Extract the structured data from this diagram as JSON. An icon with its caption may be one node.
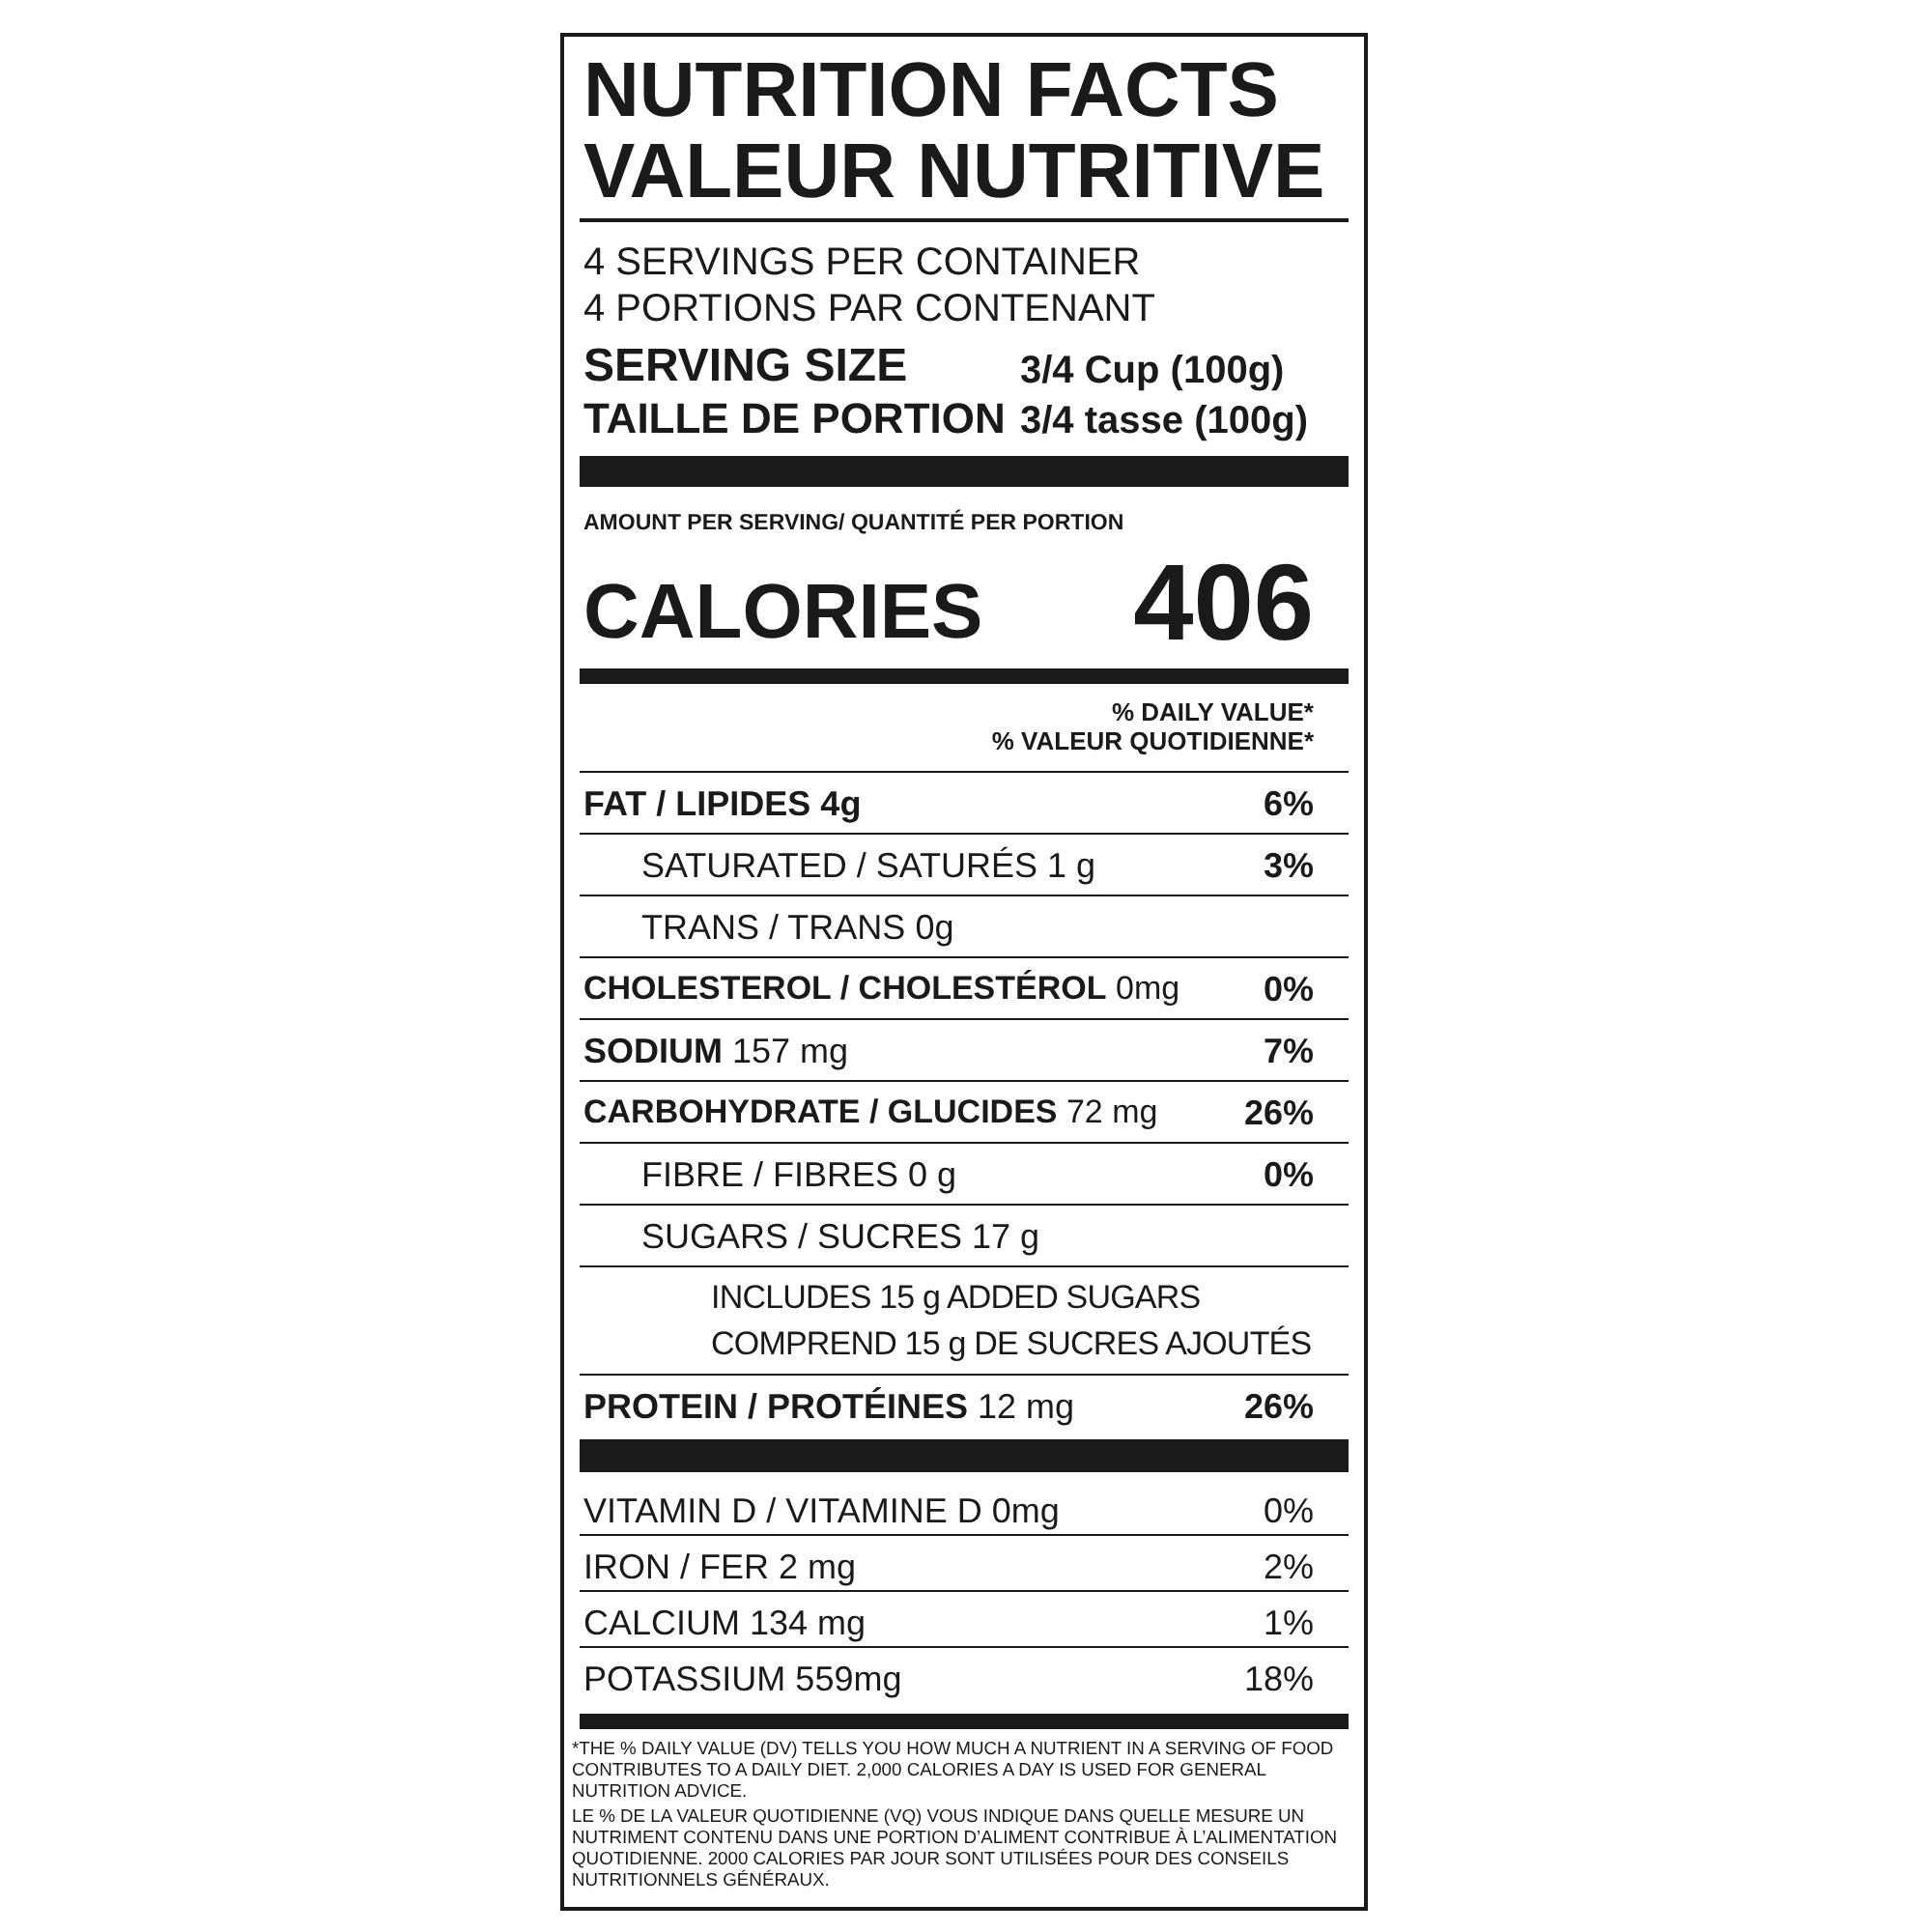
{
  "diagram": {
    "labels": [
      "NUTRITION FACTS",
      "VALEUR NUTRITIVE",
      "4 SERVINGS PER CONTAINER",
      "4 PORTIONS PAR CONTENANT",
      "SERVING SIZE",
      "3/4 Cup (100g)",
      "TAILLE DE PORTION",
      "3/4 tasse (100g)",
      "AMOUNT PER SERVING/ QUANTITÉ PER PORTION",
      "CALORIES",
      "406",
      "% DAILY VALUE*",
      "% VALEUR QUOTIDIENNE*",
      "FAT / LIPIDES 4g",
      "6%",
      "SATURATED / SATURÉS 1 g",
      "3%",
      "TRANS / TRANS 0g",
      "**CHOLESTEROL / CHOLESTÉROL** 0mg",
      "0%",
      "**SODIUM** 157 mg",
      "7%",
      "**CARBOHYDRATE / GLUCIDES** 72 mg",
      "26%",
      "FIBRE / FIBRES 0 g",
      "0%",
      "SUGARS / SUCRES 17 g",
      "INCLUDES 15 g ADDED SUGARS",
      "COMPREND 15 g DE SUCRES AJOUTÉS",
      "**PROTEIN / PROTÉINES** 12 mg",
      "26%",
      "VITAMIN D / VITAMINE D 0mg",
      "0%",
      "IRON / FER 2 mg",
      "2%",
      "CALCIUM 134 mg",
      "1%",
      "POTASSIUM 559mg",
      "18%",
      "*THE % DAILY VALUE (DV) TELLS YOU HOW MUCH A NUTRIENT IN A SERVING OF FOOD CONTRIBUTES TO A DAILY DIET. 2,000 CALORIES A DAY IS USED FOR GENERAL NUTRITION ADVICE.",
      "LE % DE LA VALEUR QUOTIDIENNE (VQ) VOUS INDIQUE DANS QUELLE MESURE UN NUTRIMENT CONTENU DANS UNE PORTION D’ALIMENT CONTRIBUE À L’ALIMENTATION QUOTIDIENNE. 2000 CALORIES PAR JOUR SONT UTILISÉES POUR DES CONSEILS NUTRITIONNELS GÉNÉRAUX."
    ]
  }
}
